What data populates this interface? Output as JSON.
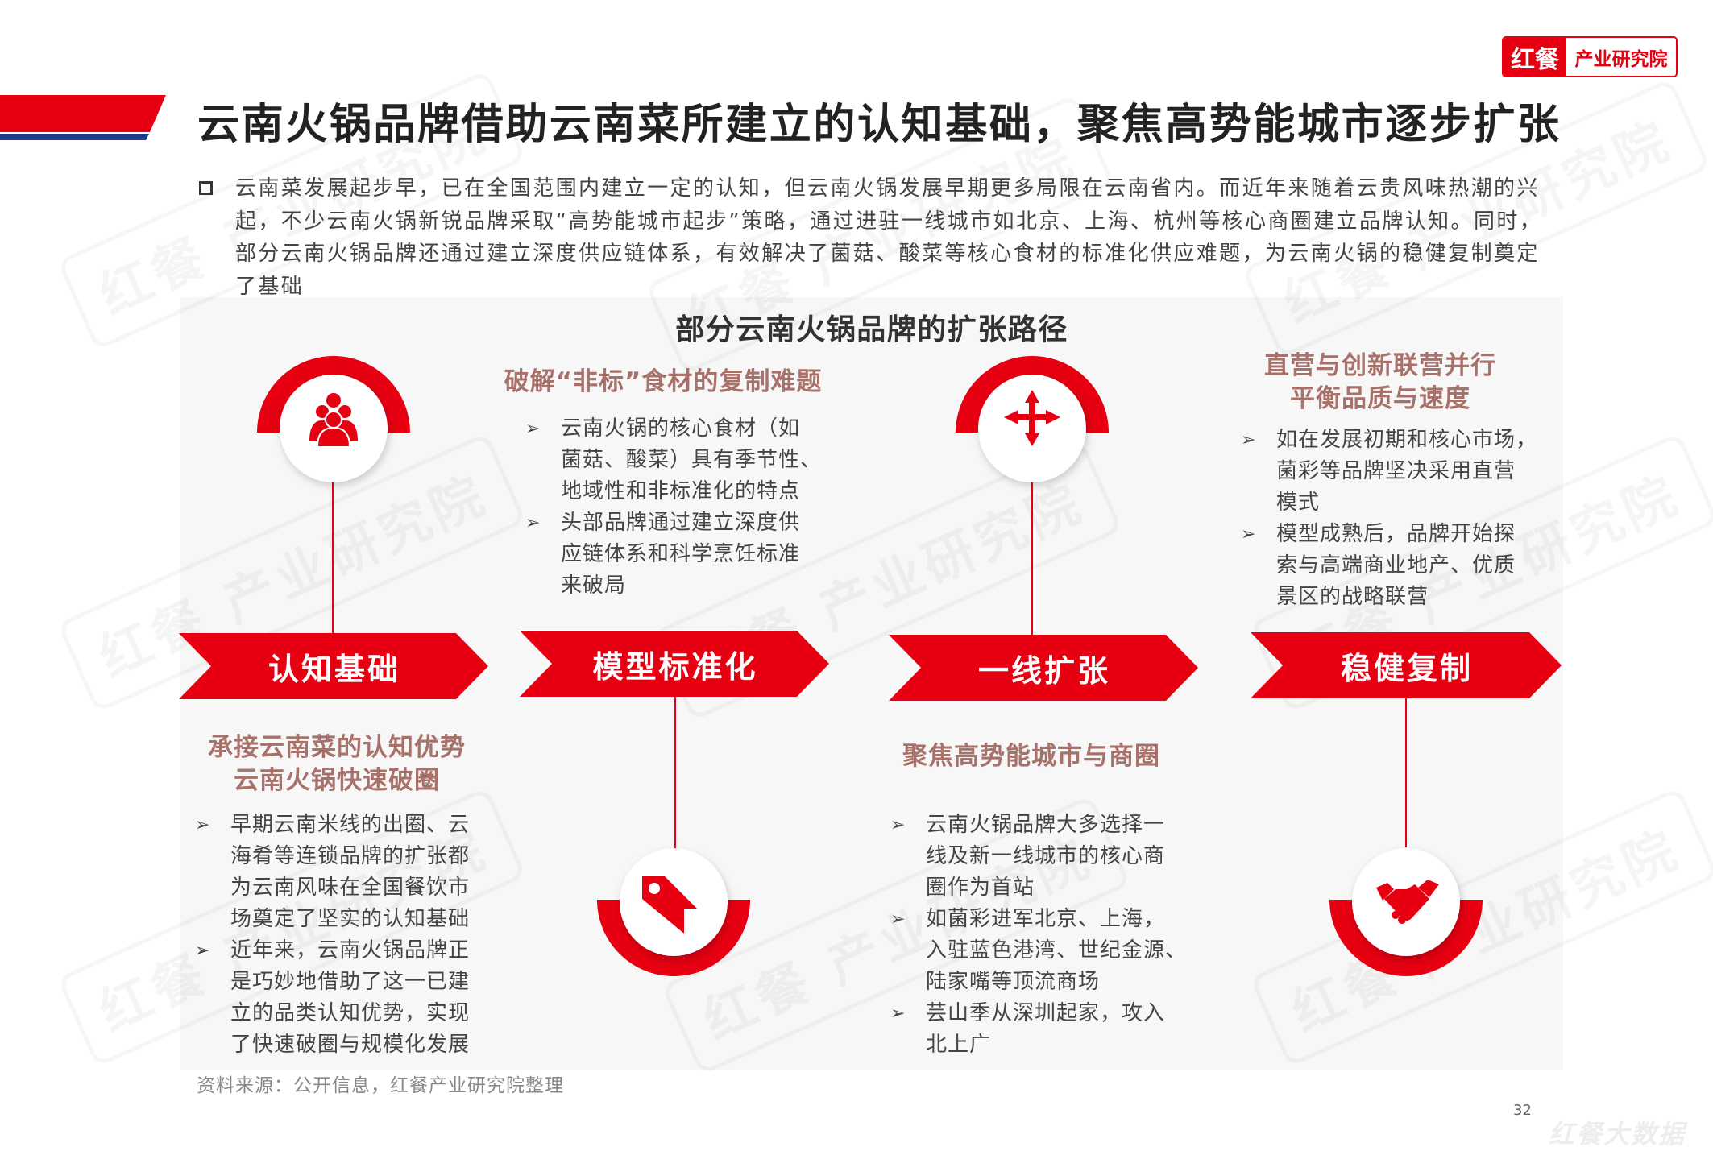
{
  "header": {
    "title": "云南火锅品牌借助云南菜所建立的认知基础，聚焦高势能城市逐步扩张",
    "logo_left": "红餐",
    "logo_right": "产业研究院",
    "brand_red": "#e60012",
    "accent_navy": "#1f3a8a"
  },
  "intro": {
    "lines": [
      "云南菜发展起步早，已在全国范围内建立一定的认知，但云南火锅发展早期更多局限在云南省内。而近年来随着云贵风味热潮的兴",
      "起，不少云南火锅新锐品牌采取“高势能城市起步”策略，通过进驻一线城市如北京、上海、杭州等核心商圈建立品牌认知。同时，",
      "部分云南火锅品牌还通过建立深度供应链体系，有效解决了菌菇、酸菜等核心食材的标准化供应难题，为云南火锅的稳健复制奠定",
      "了基础"
    ]
  },
  "diagram": {
    "title": "部分云南火锅品牌的扩张路径",
    "heading_color": "#a8716a",
    "stages": [
      {
        "label": "认知基础",
        "icon": "people-group-icon",
        "heading": [
          "承接云南菜的认知优势",
          "云南火锅快速破圈"
        ],
        "bullets": [
          [
            "早期云南米线的出圈、云",
            "海肴等连锁品牌的扩张都",
            "为云南风味在全国餐饮市",
            "场奠定了坚实的认知基础"
          ],
          [
            "近年来，云南火锅品牌正",
            "是巧妙地借助了这一已建",
            "立的品类认知优势，实现",
            "了快速破圈与规模化发展"
          ]
        ]
      },
      {
        "label": "模型标准化",
        "icon": "tag-icon",
        "heading": [
          "破解“非标”食材的复制难题"
        ],
        "bullets": [
          [
            "云南火锅的核心食材（如",
            "菌菇、酸菜）具有季节性、",
            "地域性和非标准化的特点"
          ],
          [
            "头部品牌通过建立深度供",
            "应链体系和科学烹饪标准",
            "来破局"
          ]
        ]
      },
      {
        "label": "一线扩张",
        "icon": "move-arrows-icon",
        "heading": [
          "聚焦高势能城市与商圈"
        ],
        "bullets": [
          [
            "云南火锅品牌大多选择一",
            "线及新一线城市的核心商",
            "圈作为首站"
          ],
          [
            "如菌彩进军北京、上海，",
            "入驻蓝色港湾、世纪金源、",
            "陆家嘴等顶流商场"
          ],
          [
            "芸山季从深圳起家，攻入",
            "北上广"
          ]
        ]
      },
      {
        "label": "稳健复制",
        "icon": "handshake-icon",
        "heading": [
          "直营与创新联营并行",
          "平衡品质与速度"
        ],
        "bullets": [
          [
            "如在发展初期和核心市场，",
            "菌彩等品牌坚决采用直营",
            "模式"
          ],
          [
            "模型成熟后，品牌开始探",
            "索与高端商业地产、优质",
            "景区的战略联营"
          ]
        ]
      }
    ]
  },
  "bullet_marker": "➢",
  "footer": {
    "source": "资料来源：公开信息，红餐产业研究院整理",
    "page_number": "32",
    "brand_watermark": "红餐大数据"
  },
  "watermark": "红餐 产业研究院"
}
